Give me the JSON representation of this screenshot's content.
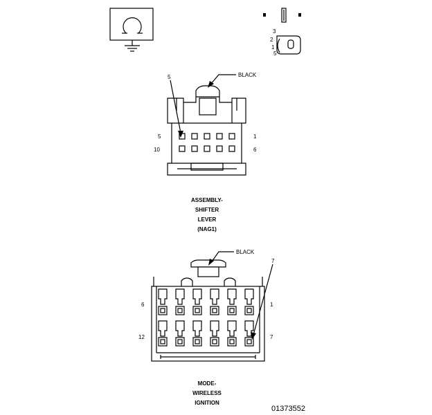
{
  "icons": {
    "ground_symbol": "ground-icon",
    "connector_view": "connector-view-icon"
  },
  "connector_top": {
    "color_label": "BLACK",
    "callout_pin": "5",
    "pins_row1_left": "5",
    "pins_row1_right": "1",
    "pins_row2_left": "10",
    "pins_row2_right": "6",
    "name_lines": [
      "ASSEMBLY-",
      "SHIFTER",
      "LEVER",
      "(NAG1)"
    ]
  },
  "connector_bottom": {
    "color_label": "BLACK",
    "callout_pin": "7",
    "pins_row1_left": "6",
    "pins_row1_right": "1",
    "pins_row2_left": "12",
    "pins_row2_right": "7",
    "name_lines": [
      "MODE-",
      "WIRELESS",
      "IGNITION"
    ]
  },
  "figure_id": "01373552"
}
